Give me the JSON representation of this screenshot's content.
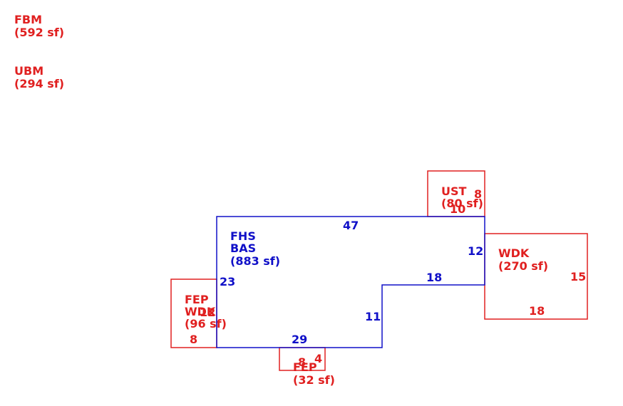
{
  "colors": {
    "red": "#e02020",
    "blue": "#1010c8"
  },
  "legend": [
    {
      "code": "FBM",
      "area": "(592 sf)"
    },
    {
      "code": "UBM",
      "area": "(294 sf)"
    }
  ],
  "main": {
    "label_1": "FHS",
    "label_2": "BAS",
    "area": "(883 sf)",
    "dims": {
      "top": "47",
      "left": "23",
      "right": "12",
      "step": "18",
      "inner": "11",
      "bottom": "29"
    }
  },
  "ust": {
    "label": "UST",
    "area": "(80 sf)",
    "dims": {
      "side": "8",
      "bottom": "10"
    }
  },
  "wdk_right": {
    "label": "WDK",
    "area": "(270 sf)",
    "dims": {
      "side": "15",
      "bottom": "18"
    }
  },
  "fep_wdk_left": {
    "label_1": "FEP",
    "label_2": "WDK",
    "area": "(96 sf)",
    "dims": {
      "side": "12",
      "bottom": "8"
    }
  },
  "fep_bottom": {
    "label": "FEP",
    "area": "(32 sf)",
    "dims": {
      "a": "8",
      "b": "4"
    }
  }
}
